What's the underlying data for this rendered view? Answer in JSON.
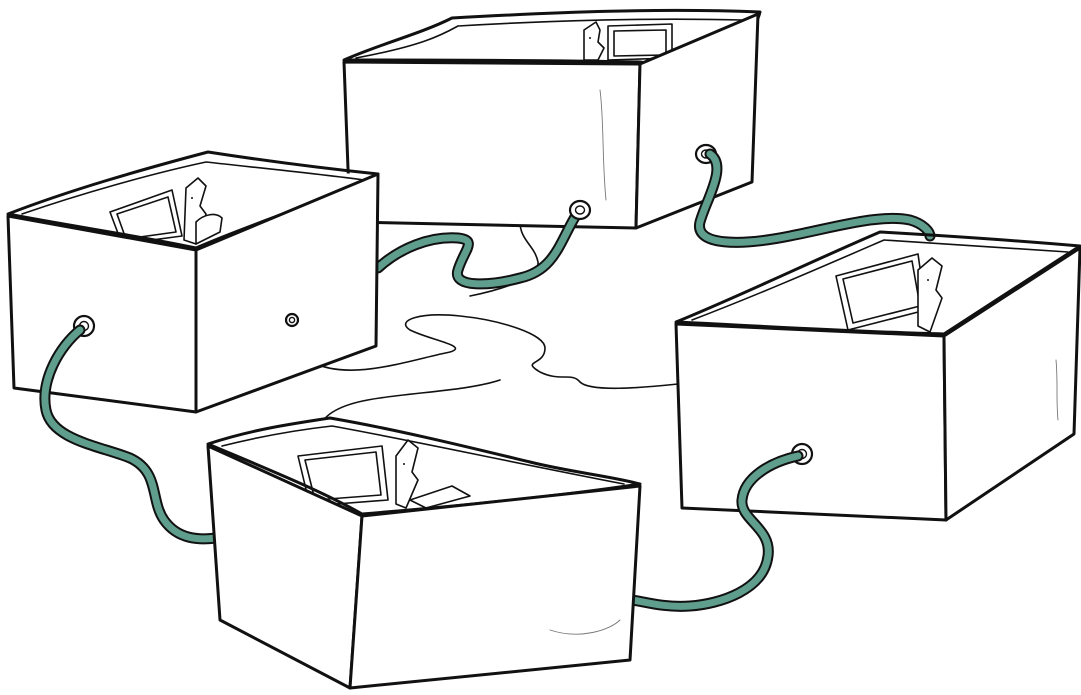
{
  "colors": {
    "cable": "#5f9e8c",
    "ink": "#111111",
    "background": "#ffffff"
  },
  "scene": {
    "boxes": [
      {
        "name": "top-box",
        "contents": [
          "laptop-icon",
          "phone-icon"
        ]
      },
      {
        "name": "left-box",
        "contents": [
          "laptop-icon",
          "phone-icon",
          "tablet-icon"
        ]
      },
      {
        "name": "right-box",
        "contents": [
          "laptop-icon",
          "phone-icon"
        ]
      },
      {
        "name": "bottom-box",
        "contents": [
          "laptop-icon",
          "phone-icon",
          "tablet-icon"
        ]
      }
    ],
    "connections": [
      {
        "from": "top-box",
        "to": "right-box",
        "style": "thick-cable"
      },
      {
        "from": "top-box",
        "to": "left-box",
        "style": "thick-cable"
      },
      {
        "from": "left-box",
        "to": "bottom-box",
        "style": "thick-cable"
      },
      {
        "from": "right-box",
        "to": "bottom-box",
        "style": "thick-cable"
      },
      {
        "from": "left-box",
        "to": "right-box",
        "style": "thin-wire"
      },
      {
        "from": "top-box",
        "to": "bottom-box",
        "style": "thin-wire"
      }
    ]
  }
}
